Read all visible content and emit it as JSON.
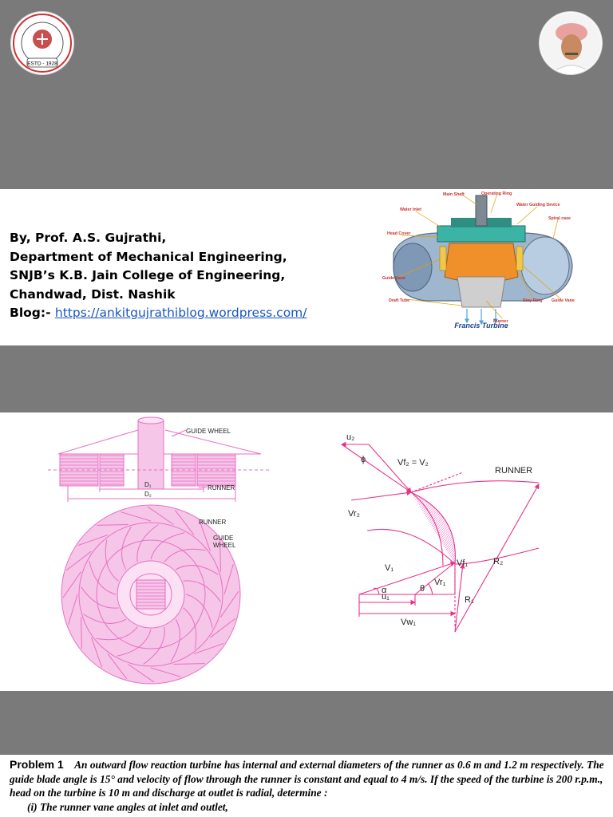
{
  "logo_left": {
    "caption": "ESTD - 1928"
  },
  "author": {
    "lines": [
      "By, Prof. A.S. Gujrathi,",
      "Department of Mechanical Engineering,",
      "SNJB’s  K.B. Jain College of Engineering,",
      "Chandwad, Dist. Nashik"
    ],
    "blog_label": "Blog:- ",
    "blog_url": "https://ankitgujrathiblog.wordpress.com/"
  },
  "turbine": {
    "caption": "Francis Turbine",
    "labels": {
      "main_shaft": "Main Shaft",
      "operating_ring": "Operating Ring",
      "water_inlet": "Water Inlet",
      "water_guiding_device": "Water Guiding Device",
      "spiral_case": "Spiral case",
      "head_cover": "Head Cover",
      "guide_vane_left": "Guide Vane",
      "draft_tube": "Draft Tube",
      "runner": "Runner",
      "stay_ring": "Stay Ring",
      "guide_vane_right": "Guide Vane"
    }
  },
  "diagram_left": {
    "guide_wheel": "GUIDE WHEEL",
    "runner_top": "RUNNER",
    "d1": "D₁",
    "d2": "D₂",
    "runner_bottom": "RUNNER",
    "guide_wheel_line1": "GUIDE",
    "guide_wheel_line2": "WHEEL"
  },
  "diagram_right": {
    "u2": "u₂",
    "phi": "ϕ",
    "vf2_v2": "Vf₂ = V₂",
    "vr2": "Vr₂",
    "runner": "RUNNER",
    "r2": "R₂",
    "vf1": "Vf₁",
    "v1": "V₁",
    "vr1": "Vr₁",
    "alpha": "α",
    "theta": "θ",
    "r1": "R₁",
    "u1": "u₁",
    "vw1": "Vw₁"
  },
  "problem": {
    "title": "Problem    1",
    "text": "An outward flow reaction turbine has internal and external diameters of the runner as 0.6 m and 1.2 m respectively. The guide blade angle is 15° and velocity of flow through the runner is constant and equal to 4 m/s. If the speed of the turbine is 200 r.p.m., head on the turbine is 10 m and discharge at outlet is radial, determine :",
    "item1": "(i)  The runner vane angles at inlet and outlet,"
  },
  "colors": {
    "band": "#7a7a7a",
    "pink": "#e86fc4",
    "link": "#1a56c4"
  }
}
